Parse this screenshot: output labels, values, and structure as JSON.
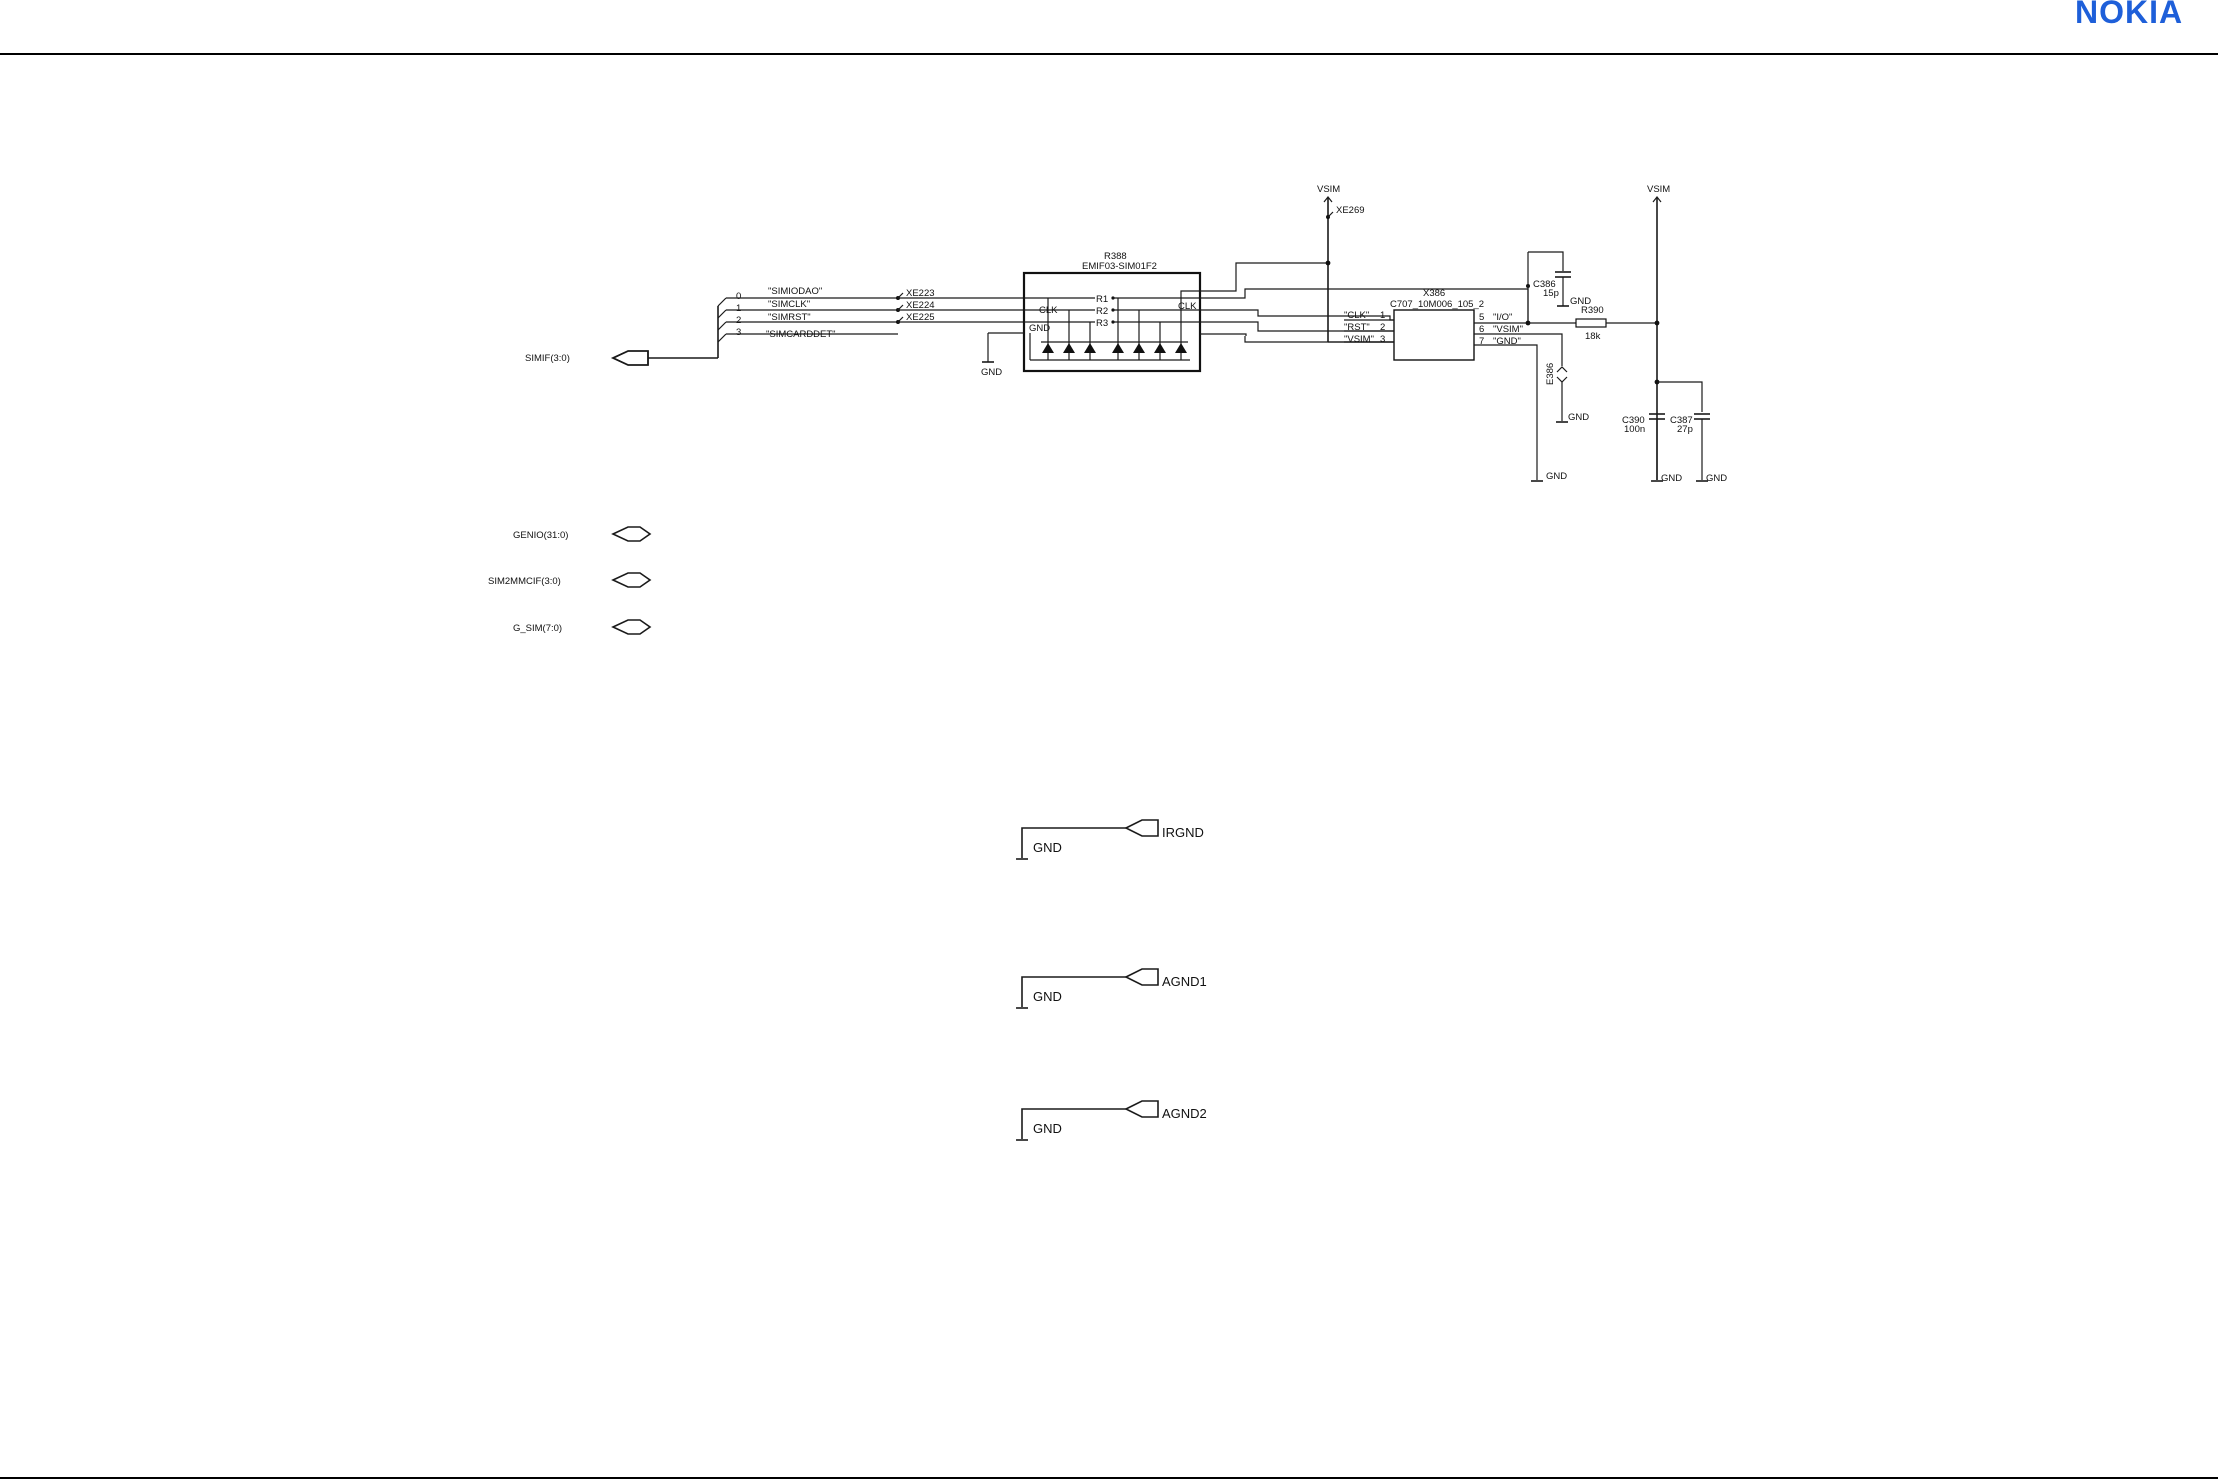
{
  "brand": {
    "logo_text": "NOKIA",
    "color": "#1e5fd9"
  },
  "ports": {
    "simif": "SIMIF(3:0)",
    "genio": "GENIO(31:0)",
    "sim2mmcif": "SIM2MMCIF(3:0)",
    "g_sim": "G_SIM(7:0)"
  },
  "bus_bits": [
    "0",
    "1",
    "2",
    "3"
  ],
  "net_labels": [
    "\"SIMIODAO\"",
    "\"SIMCLK\"",
    "\"SIMRST\"",
    "\"SIMCARDDET\""
  ],
  "test_points": [
    "XE223",
    "XE224",
    "XE225",
    "XE269"
  ],
  "r388": {
    "ref": "R388",
    "part": "EMIF03-SIM01F2",
    "pins": [
      "R1",
      "R2",
      "R3"
    ],
    "clk_left": "CLK",
    "clk_right": "CLK",
    "gnd_pin": "GND"
  },
  "x386": {
    "ref": "X386",
    "part": "C707_10M006_105_2",
    "left_pins": [
      {
        "num": "1",
        "name": "\"CLK\""
      },
      {
        "num": "2",
        "name": "\"RST\""
      },
      {
        "num": "3",
        "name": "\"VSIM\""
      }
    ],
    "right_pins": [
      {
        "num": "5",
        "name": "\"I/O\""
      },
      {
        "num": "6",
        "name": "\"VSIM\""
      },
      {
        "num": "7",
        "name": "\"GND\""
      }
    ]
  },
  "components": {
    "c386": {
      "ref": "C386",
      "value": "15p"
    },
    "r390": {
      "ref": "R390",
      "value": "18k"
    },
    "c390": {
      "ref": "C390",
      "value": "100n"
    },
    "c387": {
      "ref": "C387",
      "value": "27p"
    },
    "e386": {
      "ref": "E386"
    }
  },
  "rails": {
    "vsim_left": "VSIM",
    "vsim_right": "VSIM"
  },
  "gnd_labels": {
    "r388": "GND",
    "c386": "GND",
    "e386": "GND",
    "x386": "GND",
    "c390": "GND",
    "c387": "GND"
  },
  "ground_links": [
    {
      "gnd": "GND",
      "net": "IRGND"
    },
    {
      "gnd": "GND",
      "net": "AGND1"
    },
    {
      "gnd": "GND",
      "net": "AGND2"
    }
  ]
}
